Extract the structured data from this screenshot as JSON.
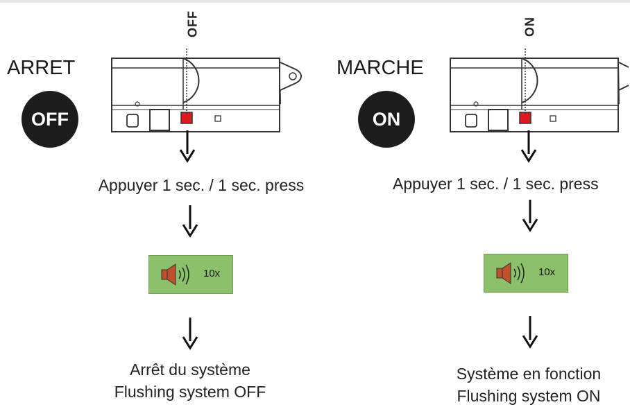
{
  "left": {
    "state_label": "ARRET",
    "badge_text": "OFF",
    "switch_label": "OFF",
    "press_text": "Appuyer 1 sec. / 1 sec. press",
    "beep_count": "10x",
    "result_line1": "Arrêt du système",
    "result_line2": "Flushing system OFF"
  },
  "right": {
    "state_label": "MARCHE",
    "badge_text": "ON",
    "switch_label": "ON",
    "press_text": "Appuyer 1 sec. / 1 sec. press",
    "beep_count": "10x",
    "result_line1": "Système en fonction",
    "result_line2": "Flushing system ON"
  },
  "colors": {
    "badge": "#1c1c1c",
    "button": "#e0191f",
    "sound_box": "#8cc06a",
    "speaker": "#c0502a"
  },
  "icons": [
    "speaker-icon",
    "arrow-down-icon",
    "device-icon"
  ]
}
